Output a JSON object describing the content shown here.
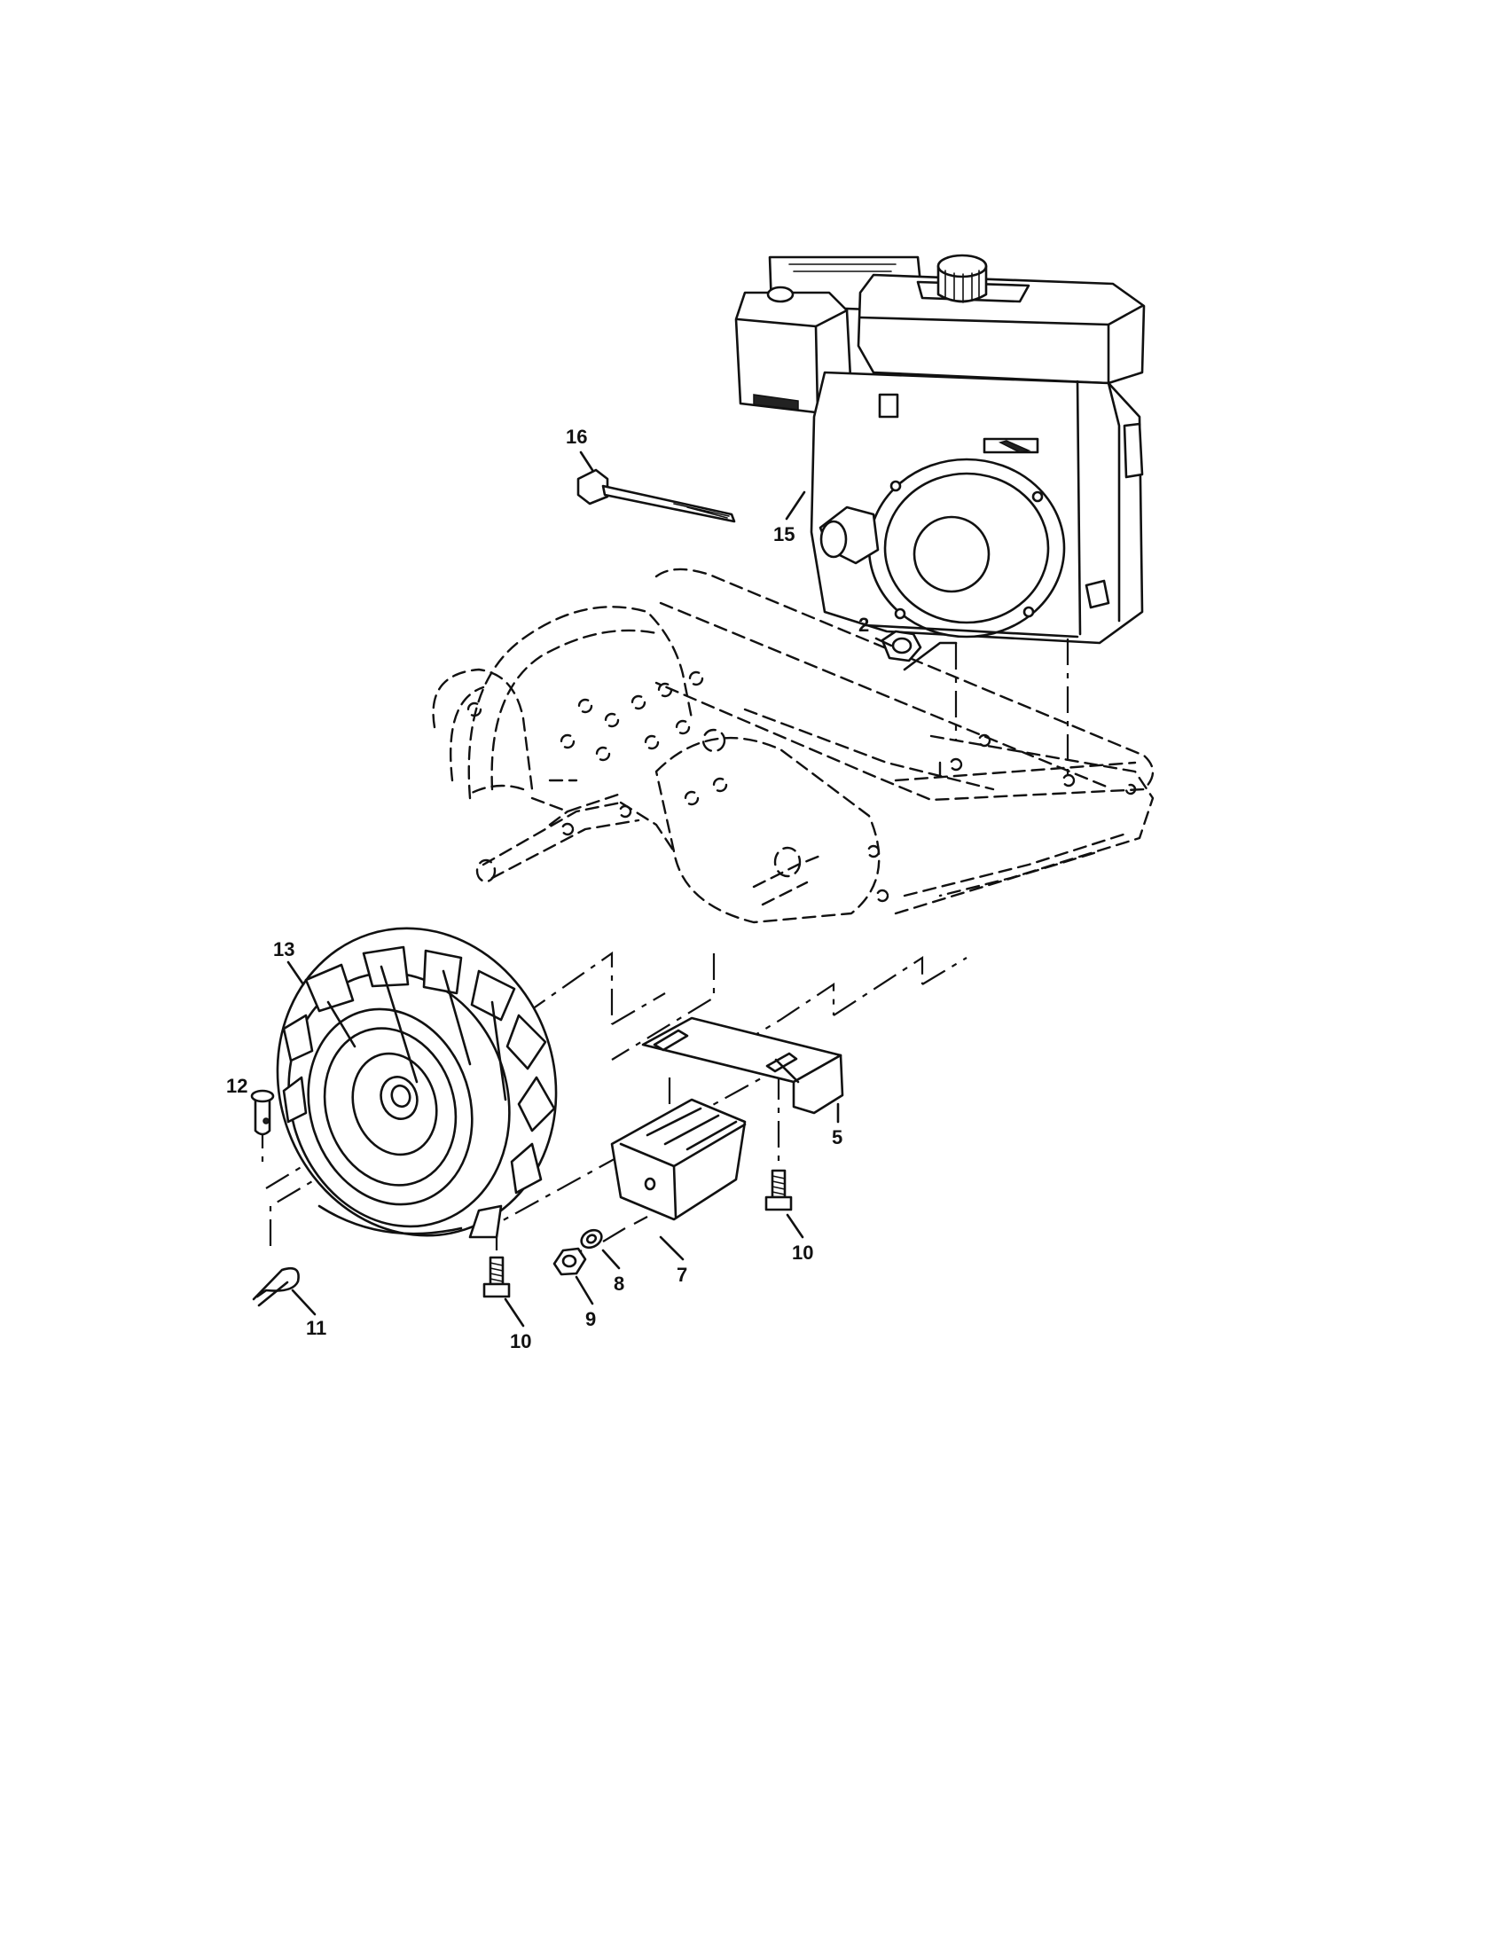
{
  "diagram": {
    "callouts": [
      {
        "id": "c2",
        "label": "2"
      },
      {
        "id": "c5",
        "label": "5"
      },
      {
        "id": "c7",
        "label": "7"
      },
      {
        "id": "c8",
        "label": "8"
      },
      {
        "id": "c9",
        "label": "9"
      },
      {
        "id": "c10a",
        "label": "10"
      },
      {
        "id": "c10b",
        "label": "10"
      },
      {
        "id": "c11",
        "label": "11"
      },
      {
        "id": "c12",
        "label": "12"
      },
      {
        "id": "c13",
        "label": "13"
      },
      {
        "id": "c15",
        "label": "15"
      },
      {
        "id": "c16",
        "label": "16"
      }
    ]
  }
}
